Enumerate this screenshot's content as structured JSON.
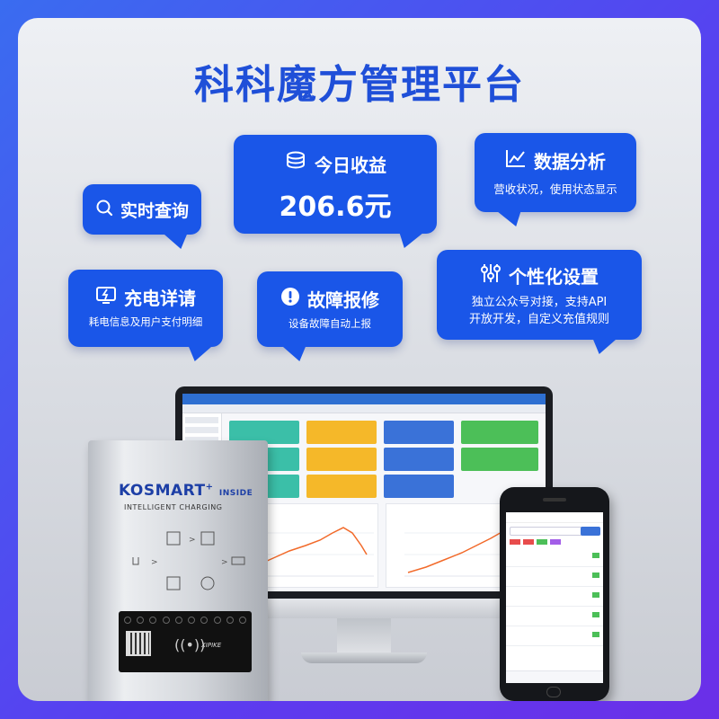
{
  "title": "科科魔方管理平台",
  "bubbles": {
    "query": {
      "label": "实时查询",
      "icon": "search-icon"
    },
    "income": {
      "label": "今日收益",
      "value": "206.6元",
      "icon": "coins-icon"
    },
    "analysis": {
      "label": "数据分析",
      "desc": "营收状况，使用状态显示",
      "icon": "line-chart-icon"
    },
    "charge": {
      "label": "充电详请",
      "desc": "耗电信息及用户支付明细",
      "icon": "charge-screen-icon"
    },
    "fault": {
      "label": "故障报修",
      "desc": "设备故障自动上报",
      "icon": "alert-icon"
    },
    "custom": {
      "label": "个性化设置",
      "desc1": "独立公众号对接，支持API",
      "desc2": "开放开发，自定义充值规则",
      "icon": "sliders-icon"
    }
  },
  "charger": {
    "brand": "KOSMART",
    "brand_suffix": "INSIDE",
    "subtitle": "INTELLIGENT CHARGING",
    "logo": "XIPIKE"
  },
  "colors": {
    "brand_blue": "#1a56e8",
    "title_blue": "#1f4fd8",
    "tile_teal": "#3bbfa8",
    "tile_amber": "#f5b829",
    "tile_blue": "#3a72d8",
    "tile_green": "#4cbf58",
    "chart_line": "#f26a2a"
  }
}
